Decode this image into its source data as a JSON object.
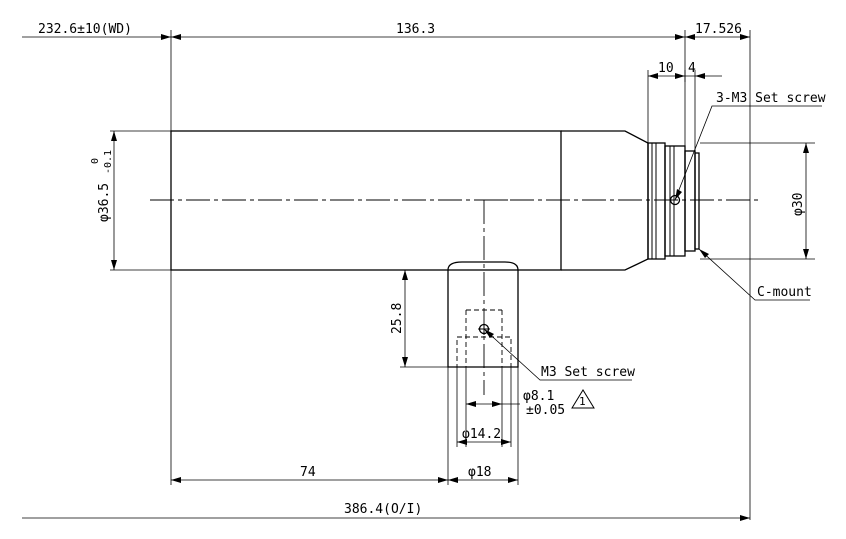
{
  "dimensions": {
    "wd": "232.6±10(WD)",
    "body_length": "136.3",
    "flange": "17.526",
    "ten": "10",
    "four": "4",
    "diameter_body": "φ36.5",
    "diameter_body_tol_upper": "0",
    "diameter_body_tol_lower": "-0.1",
    "diameter_mount": "φ30",
    "height_port": "25.8",
    "d_port_hole": "φ8.1",
    "d_port_hole_tol": "±0.05",
    "d_port_inner": "φ14.2",
    "d_port_outer": "φ18",
    "offset_port": "74",
    "overall": "386.4(O/I)"
  },
  "callouts": {
    "set_screw_3": "3-M3 Set screw",
    "c_mount": "C-mount",
    "set_screw": "M3 Set screw",
    "note_flag": "1"
  }
}
